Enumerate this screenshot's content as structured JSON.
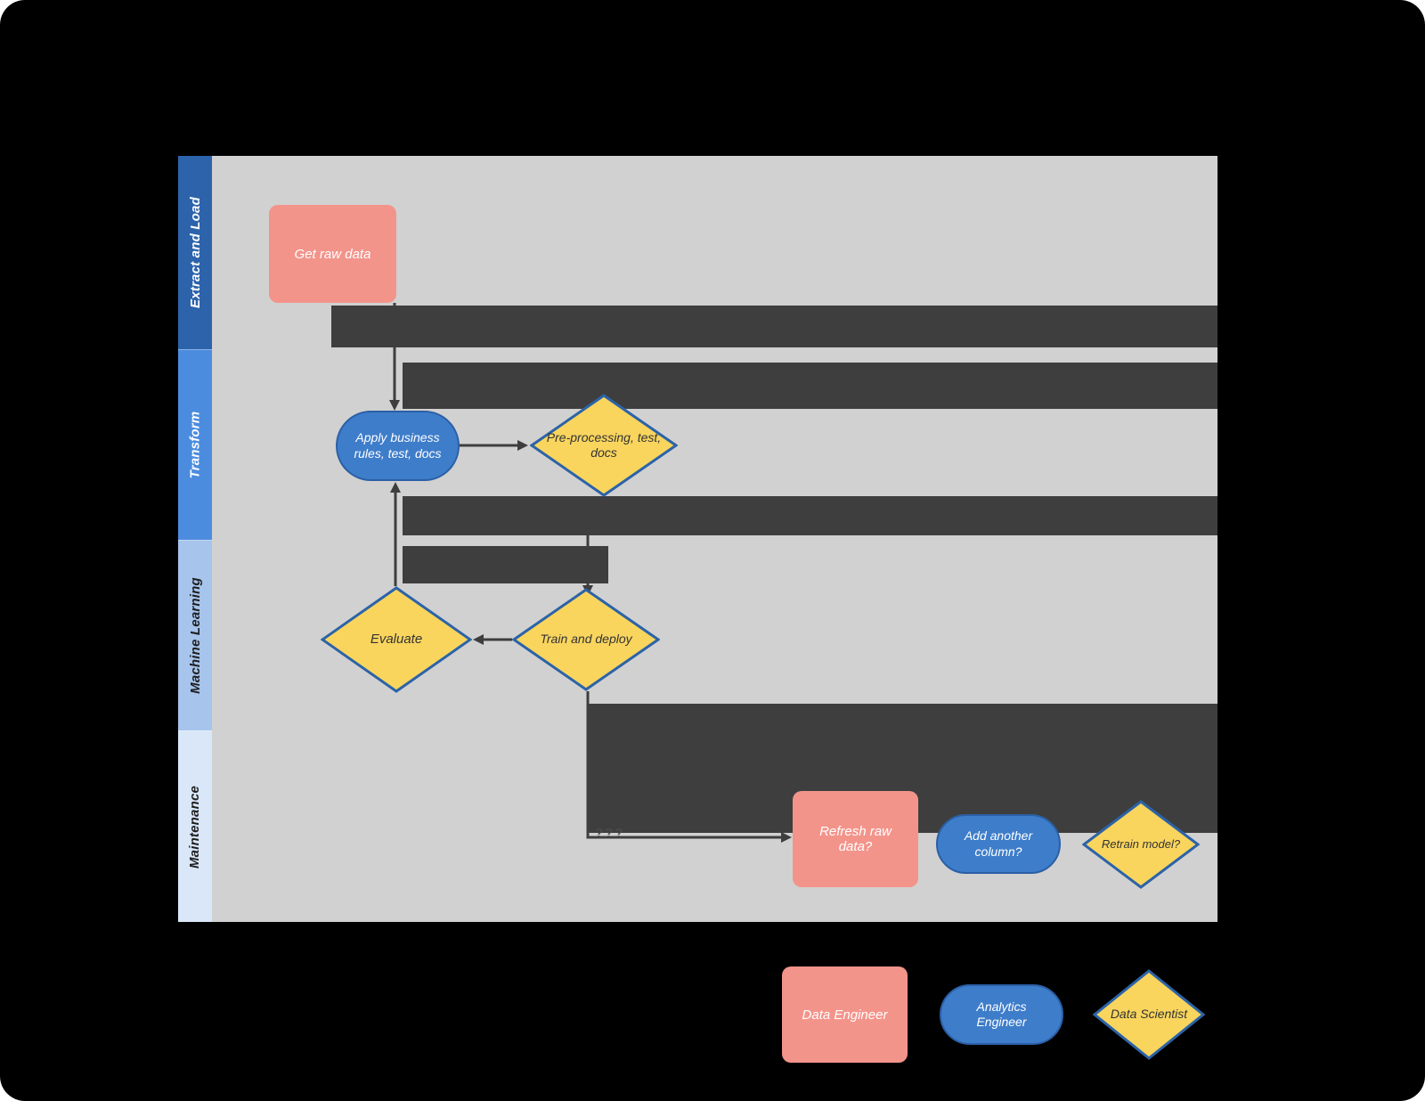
{
  "diagram": {
    "lanes": [
      {
        "label": "Extract and Load"
      },
      {
        "label": "Transform"
      },
      {
        "label": "Machine Learning"
      },
      {
        "label": "Maintenance"
      }
    ],
    "nodes": {
      "get_raw_data": {
        "label": "Get raw data"
      },
      "apply_business_rules": {
        "label": "Apply business rules, test, docs"
      },
      "preprocessing": {
        "label": "Pre-processing, test, docs"
      },
      "evaluate": {
        "label": "Evaluate"
      },
      "train_deploy": {
        "label": "Train and deploy"
      },
      "refresh_raw_data": {
        "label": "Refresh raw data?"
      },
      "add_column": {
        "label": "Add another column?"
      },
      "retrain_model": {
        "label": "Retrain model?"
      }
    },
    "connector_label": "???",
    "legend": {
      "data_engineer": {
        "label": "Data Engineer"
      },
      "analytics_engineer": {
        "label": "Analytics Engineer"
      },
      "data_scientist": {
        "label": "Data Scientist"
      }
    },
    "colors": {
      "background": "#000000",
      "canvas": "#d1d1d1",
      "band": "#3e3e3e",
      "arrow": "#3e3e3e",
      "task": "#f3948b",
      "process": "#3e7dca",
      "process_border": "#2b5fa6",
      "decision": "#f9d55e",
      "decision_border": "#2c63a7",
      "lane1": "#2d63ab",
      "lane2": "#4c8cdf",
      "lane3": "#a6c4ec",
      "lane4": "#d9e7f8",
      "lane_text_light": "#ffffff",
      "lane_text_dark": "#1e1e1e"
    }
  }
}
